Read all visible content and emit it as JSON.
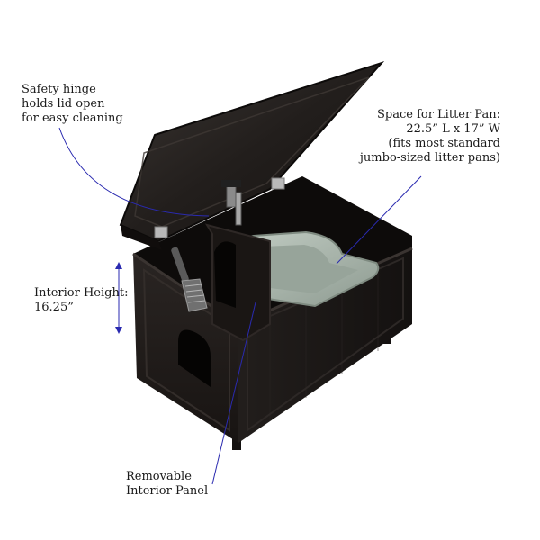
{
  "callouts": {
    "hinge": [
      "Safety hinge",
      "holds lid open",
      "for easy cleaning"
    ],
    "space": [
      "Space for Litter Pan:",
      "22.5” L x 17” W",
      "(fits most standard",
      "jumbo-sized litter pans)"
    ],
    "height": [
      "Interior Height:",
      "16.25”"
    ],
    "panel": [
      "Removable",
      "Interior Panel"
    ]
  },
  "colors": {
    "cabinet": "#1e1a18",
    "lid": "#262220",
    "litter_pan": "#a9b6ac",
    "pointer_line": "#2a2ab0",
    "background": "#ffffff"
  },
  "icons": [
    "scoop-icon",
    "hinge-icon",
    "latch-icon",
    "cat-door-icon"
  ]
}
